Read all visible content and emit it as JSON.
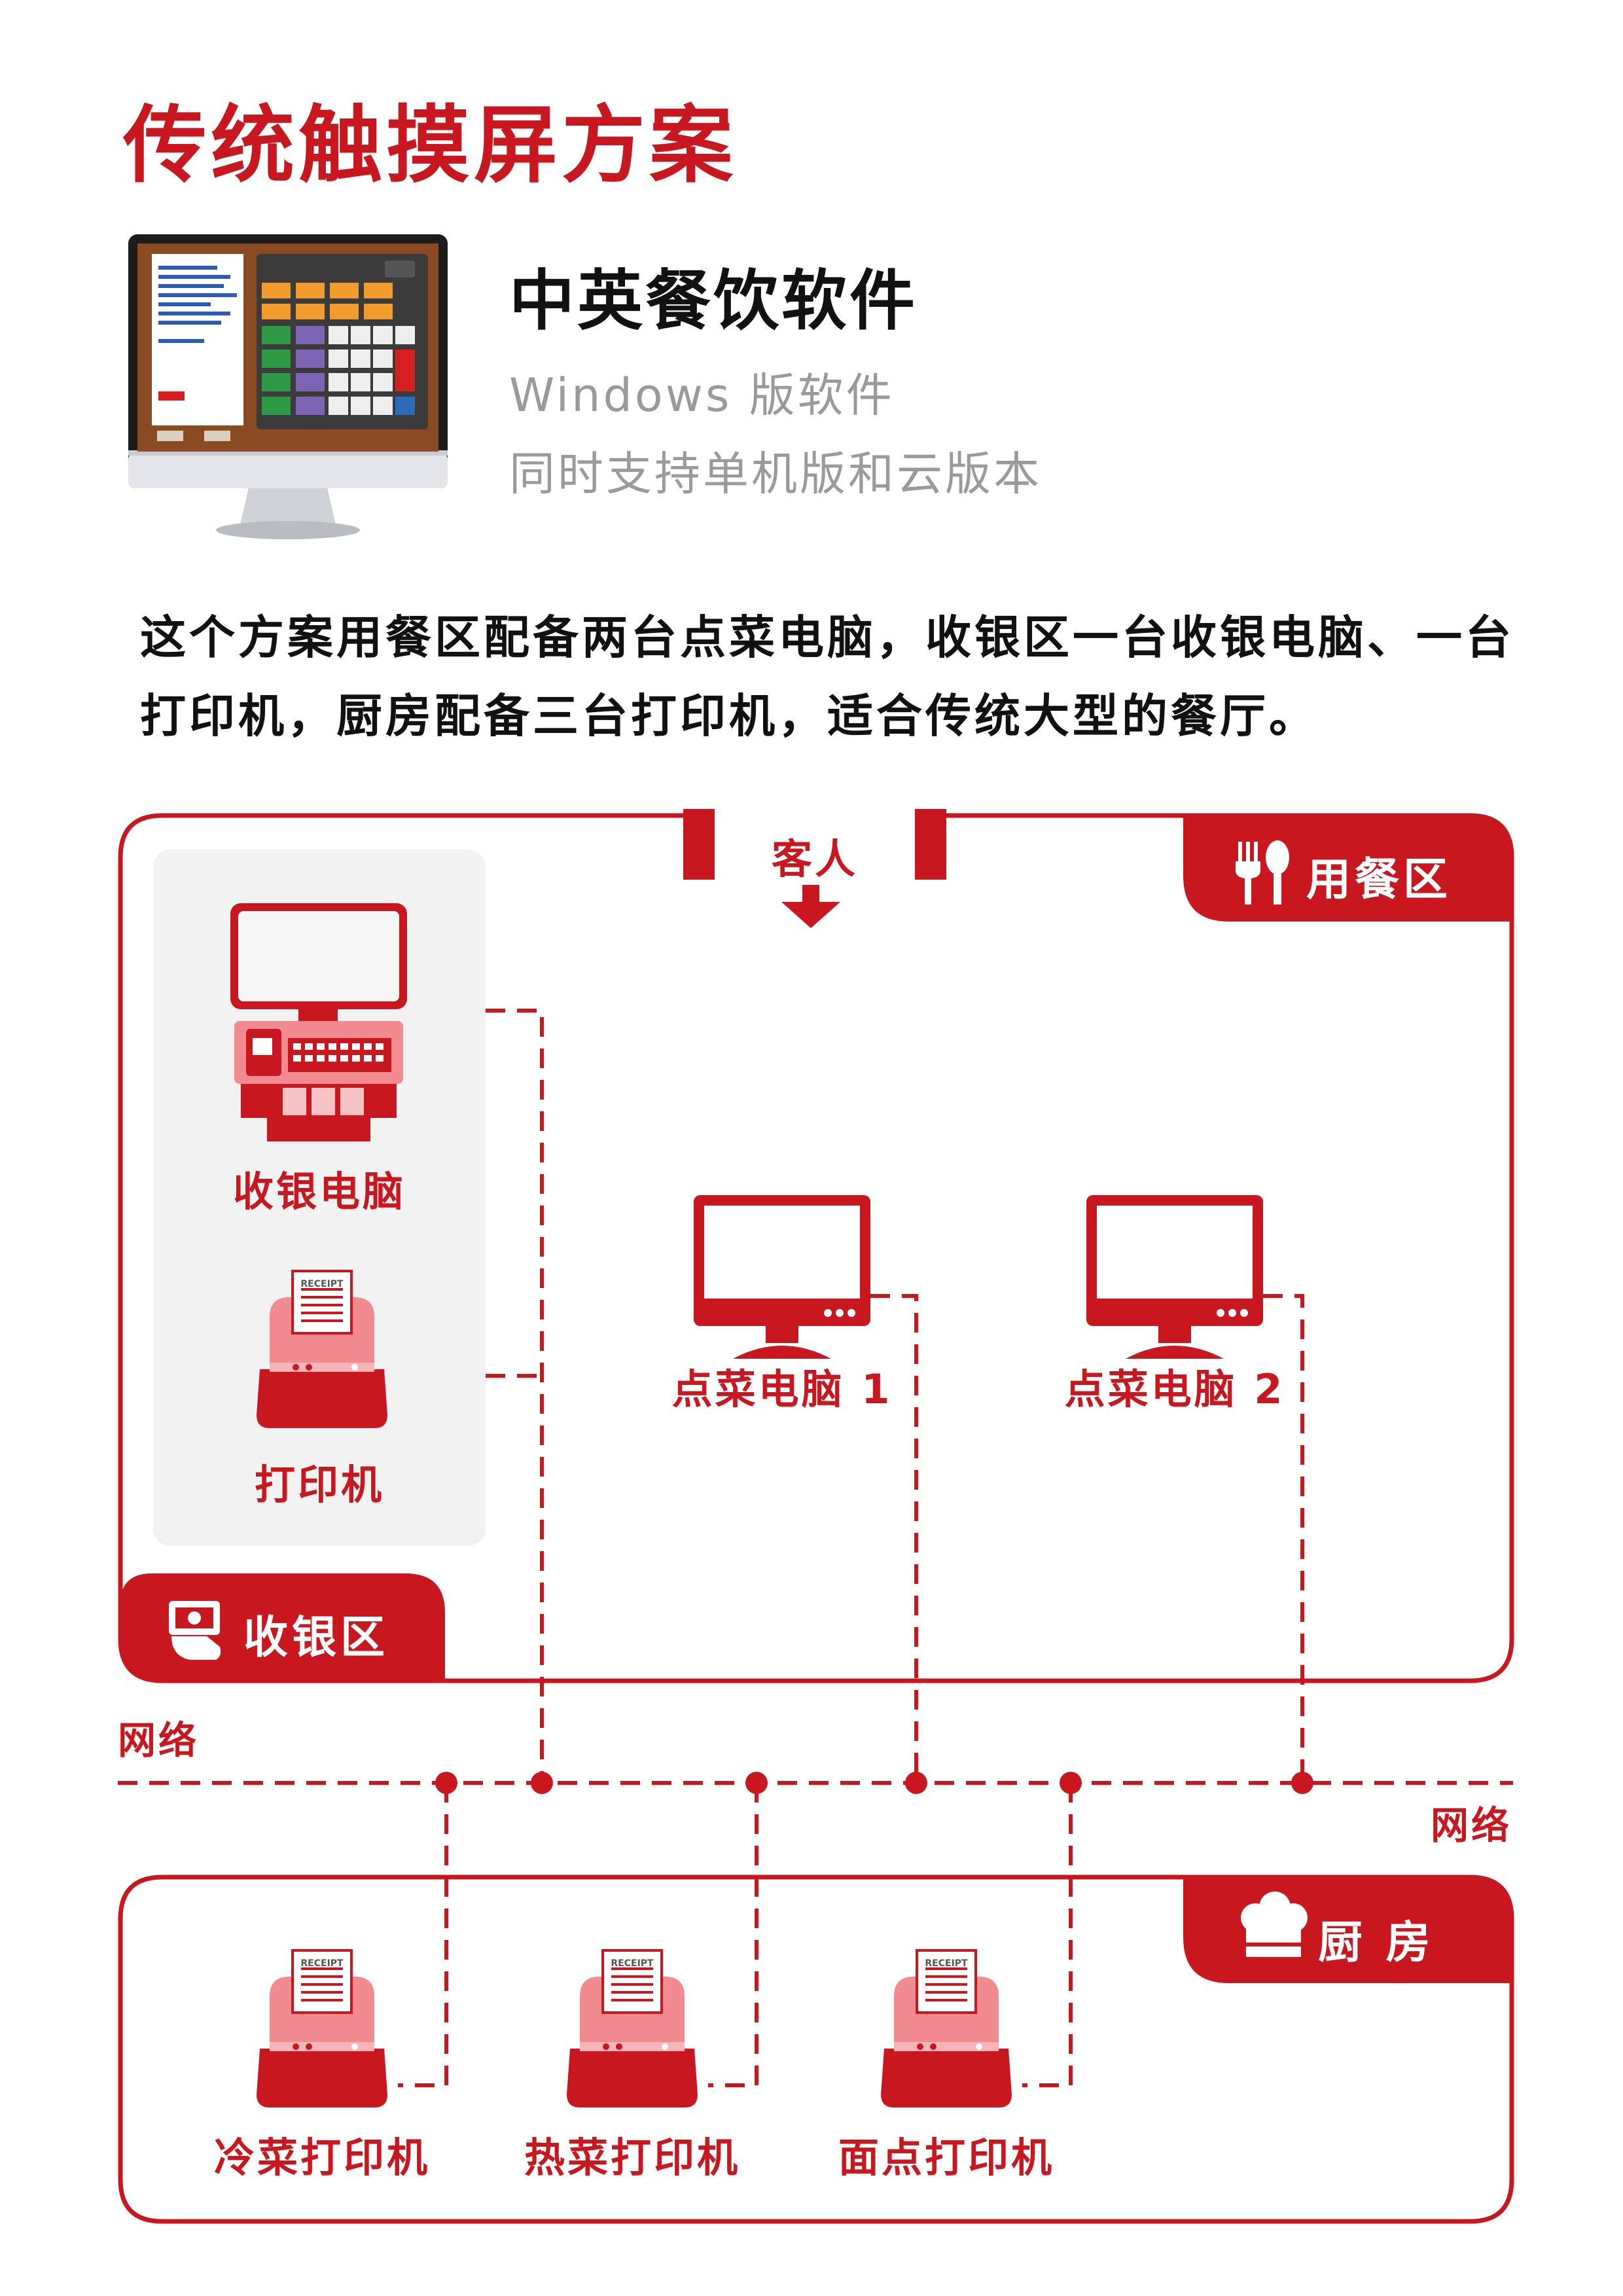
{
  "title": "传统触摸屏方案",
  "software": {
    "name": "中英餐饮软件",
    "line1": "Windows 版软件",
    "line2": "同时支持单机版和云版本"
  },
  "description": {
    "line1": "这个方案用餐区配备两台点菜电脑，收银区一台收银电脑、一台",
    "line2": "打印机，厨房配备三台打印机，适合传统大型的餐厅。"
  },
  "diagram": {
    "guest_label": "客人",
    "dining_zone": {
      "label": "用餐区",
      "icon": "fork-spoon-icon"
    },
    "cashier_zone": {
      "label": "收银区",
      "icon": "cash-hand-icon"
    },
    "kitchen_zone": {
      "label": "厨   房",
      "icon": "chef-hat-icon"
    },
    "cashier_pc_label": "收银电脑",
    "cashier_printer_label": "打印机",
    "order_pc_1_label": "点菜电脑 1",
    "order_pc_2_label": "点菜电脑 2",
    "network_label_left": "网络",
    "network_label_right": "网络",
    "kitchen_printers": [
      "冷菜打印机",
      "热菜打印机",
      "面点打印机"
    ],
    "receipt_text": "RECEIPT",
    "colors": {
      "accent": "#c8171f",
      "panel": "#f2f2f2",
      "printer_light": "#f28b8f"
    }
  }
}
